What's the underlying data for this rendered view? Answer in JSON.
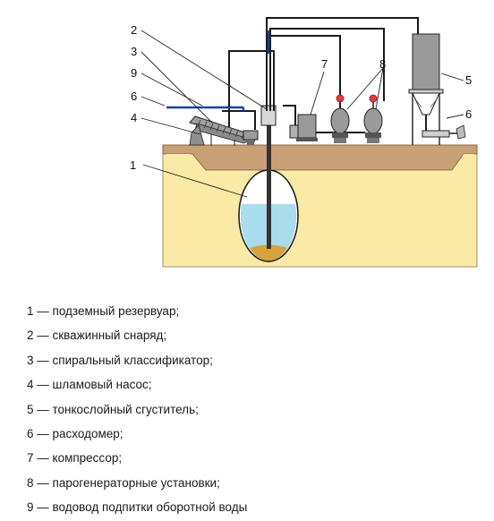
{
  "diagram": {
    "callouts": [
      "1",
      "2",
      "3",
      "9",
      "6",
      "4",
      "7",
      "8",
      "5",
      "6"
    ]
  },
  "legend": [
    "1 — подземный резервуар;",
    "2 — скважинный снаряд;",
    "3 — спиральный классификатор;",
    "4 — шламовый насос;",
    "5 — тонкослойный сгуститель;",
    "6 — расходомер;",
    "7 — компрессор;",
    "8 — парогенераторные установки;",
    "9 — водовод подпитки оборотной воды"
  ],
  "colors": {
    "ground": "#faeaa6",
    "surface_layer": "#c99f76",
    "water": "#a9dcec",
    "sludge": "#d7a23e",
    "valve": "#e03a3a",
    "pipe": "#1a1a1a",
    "blue_pipe": "#1e3fa0",
    "equipment": "#9a9a9a"
  }
}
